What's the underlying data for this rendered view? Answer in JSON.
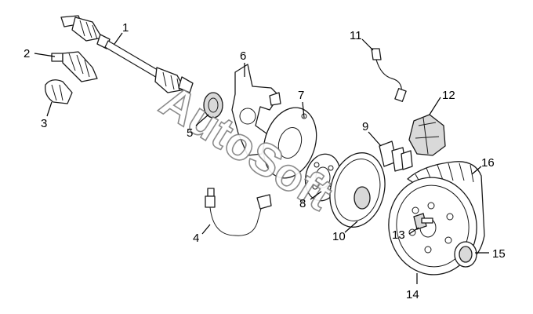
{
  "callouts": [
    "1",
    "2",
    "3",
    "4",
    "5",
    "6",
    "7",
    "8",
    "9",
    "10",
    "11",
    "12",
    "13",
    "14",
    "15",
    "16"
  ],
  "watermark": "AutoSoft",
  "colors": {
    "line": "#1a1a1a",
    "shade": "#d9d9d9",
    "watermark_stroke": "#7f7f7f"
  }
}
